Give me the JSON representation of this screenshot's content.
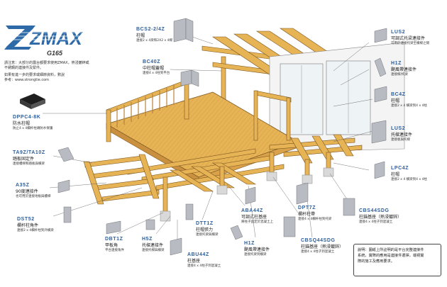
{
  "header": {
    "brand": "ZMAX",
    "model": "G165",
    "intro_lines": [
      "請注意：大部分的露台都要求使用ZMAX，熱浸鍍鋅或",
      "不銹鋼的連接件及緊件。",
      "如果有進一步的要求或細節資料，數說",
      "參考：www.strongtie.com"
    ]
  },
  "connectors": [
    {
      "code": "BCS2-2/4Z",
      "name": "柱帽",
      "desc": "連接2 x 4梁和2X2 x 4樑"
    },
    {
      "code": "BC40Z",
      "name": "中柱帽蓋帽",
      "desc": "連接4 x 4柱到平台"
    },
    {
      "code": "LUS2",
      "name": "可調式托梁連接件",
      "desc": "可用於連接托梁至橫樑之間"
    },
    {
      "code": "H1Z",
      "name": "颶風帶連接件",
      "desc": "連接樑/托梁"
    },
    {
      "code": "BC4Z",
      "name": "柱帽",
      "desc": "連接2 x 4 橫梁到4 x 4柱"
    },
    {
      "code": "LUS2",
      "name": "托樑連接件",
      "desc": "連接板與托樑"
    },
    {
      "code": "LPC4Z",
      "name": "柱帽",
      "desc": "連接2 x 4 橫梁到4 x 4柱"
    },
    {
      "code": "DPPC4-8K",
      "name": "防水柱帽",
      "desc": "防止4 x 4欄杆柱頭防水保護"
    },
    {
      "code": "TA9Z/TA10Z",
      "name": "踏板固定件",
      "desc": "連接樓梯和踏板與橫梁"
    },
    {
      "code": "A35Z",
      "name": "90度連接件",
      "desc": "也可用於連接地板與樓梯"
    },
    {
      "code": "DST52",
      "name": "欄杆柱角件",
      "desc": "連接2 x 4欄杆柱到外橫梁"
    },
    {
      "code": "DBT1Z",
      "name": "甲板角",
      "desc": "平台連接角件"
    },
    {
      "code": "H5Z",
      "name": "托樑連接件",
      "desc": "連接托樑與橫梁"
    },
    {
      "code": "ABU44Z",
      "name": "柱基座",
      "desc": "連接4 x 4柱子到混凝土"
    },
    {
      "code": "DTT1Z",
      "name": "柱帽張力",
      "desc": "連接托梁與橫梁"
    },
    {
      "code": "ABA44Z",
      "name": "可調式柱基座",
      "desc": "將柱子固定於混凝土上"
    },
    {
      "code": "H1Z",
      "name": "颶風帶連接件",
      "desc": "連接托梁到橫梁"
    },
    {
      "code": "DPT7Z",
      "name": "欄杆柱帶",
      "desc": "連接4 x 4欄杆柱到托梁"
    },
    {
      "code": "CBSQ44SDG",
      "name": "柱錨基座（熱浸鍍鋅）",
      "desc": "連接4 x 4柱子到混凝土"
    },
    {
      "code": "CBS44SDG",
      "name": "柱錨基座（熱浸鍍鋅）",
      "desc": "連接4 x 4柱子到混凝土"
    }
  ],
  "note_lines": [
    "說明：圖紙上所註明的是平台完整連接件",
    "系統，實際的應用是連接件選擇，端視實",
    "際的施工及應用要求。"
  ],
  "colors": {
    "wood": "#e6b355",
    "wood_dark": "#b9823a",
    "wood_line": "#7a5420",
    "metal": "#b8bcc2",
    "metal_dark": "#6f7378",
    "label_blue": "#2c5f9e",
    "logo_blue": "#2e6aa8"
  }
}
